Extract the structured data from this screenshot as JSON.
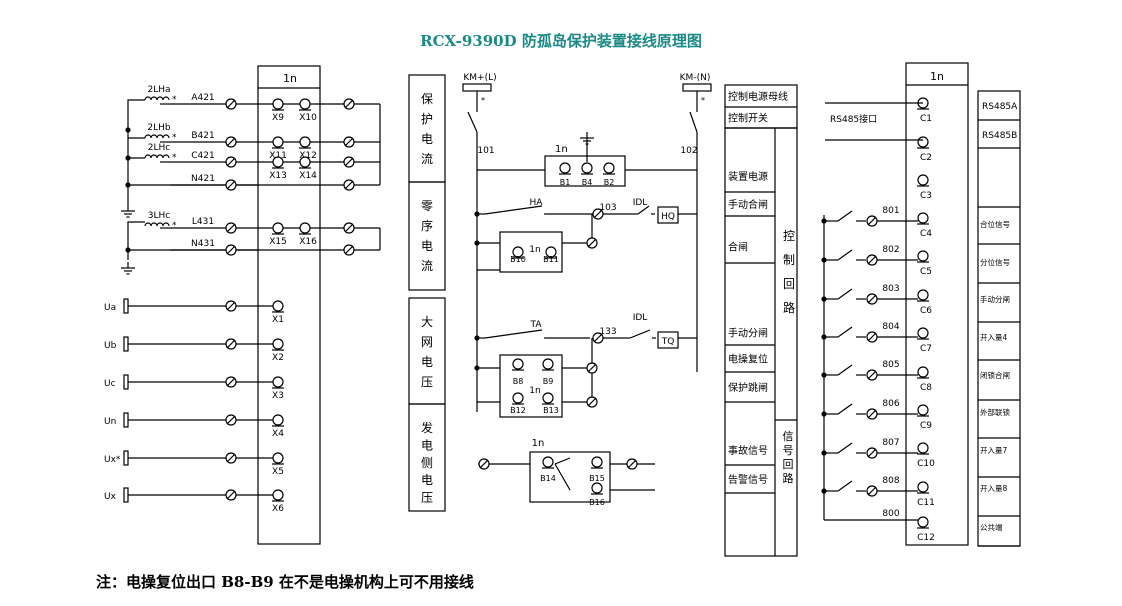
{
  "title": "RCX-9390D 防孤岛保护装置接线原理图",
  "note": "注：电操复位出口 B8-B9 在不是电操机构上可不用接线",
  "colors": {
    "title": "#1a8a86",
    "line": "#000000"
  },
  "left": {
    "block_label": "1n",
    "ct_labels": [
      "2LHa",
      "2LHb",
      "2LHc",
      "3LHc"
    ],
    "wire_labels": [
      "A421",
      "B421",
      "C421",
      "N421",
      "L431",
      "N431"
    ],
    "top_terminals": [
      "X9",
      "X10",
      "X11",
      "X12",
      "X13",
      "X14",
      "X15",
      "X16"
    ],
    "voltages": [
      "Ua",
      "Ub",
      "Uc",
      "Un",
      "Ux*",
      "Ux"
    ],
    "volt_terminals": [
      "X1",
      "X2",
      "X3",
      "X4",
      "X5",
      "X6"
    ]
  },
  "legend_boxes": [
    [
      "保",
      "护",
      "电",
      "流"
    ],
    [
      "零",
      "序",
      "电",
      "流"
    ],
    [
      "大",
      "网",
      "电",
      "压"
    ],
    [
      "发",
      "电",
      "侧",
      "电",
      "压"
    ]
  ],
  "middle": {
    "km_pos": "KM+(L)",
    "km_neg": "KM-(N)",
    "node_101": "101",
    "node_102": "102",
    "block_label": "1n",
    "block_terms": [
      "B1",
      "B4",
      "B2"
    ],
    "ha": "HA",
    "n103": "103",
    "idl": "IDL",
    "hq": "HQ",
    "b10": "B10",
    "b11": "B11",
    "ta": "TA",
    "n133": "133",
    "tq": "TQ",
    "b8": "B8",
    "b9": "B9",
    "b12": "B12",
    "b13": "B13",
    "b14": "B14",
    "b15": "B15",
    "b16": "B16"
  },
  "right_legend": {
    "rows": [
      "控制电源母线",
      "控制开关",
      "装置电源",
      "手动合闸",
      "合闸",
      "手动分闸",
      "电操复位",
      "保护跳闸",
      "事故信号",
      "告警信号"
    ],
    "side1": [
      "控",
      "制",
      "回",
      "路"
    ],
    "side2": [
      "信",
      "号",
      "回",
      "路"
    ]
  },
  "right": {
    "block_label": "1n",
    "rs485": "RS485接口",
    "terminals": [
      "C1",
      "C2",
      "C3",
      "C4",
      "C5",
      "C6",
      "C7",
      "C8",
      "C9",
      "C10",
      "C11",
      "C12"
    ],
    "wire_nums": [
      "801",
      "802",
      "803",
      "804",
      "805",
      "806",
      "807",
      "808",
      "800"
    ],
    "signals": [
      "RS485A",
      "RS485B",
      "合位信号",
      "分位信号",
      "手动分闸",
      "开入量4",
      "闭锁合闸",
      "外部联锁",
      "开入量7",
      "开入量8",
      "公共端"
    ]
  }
}
